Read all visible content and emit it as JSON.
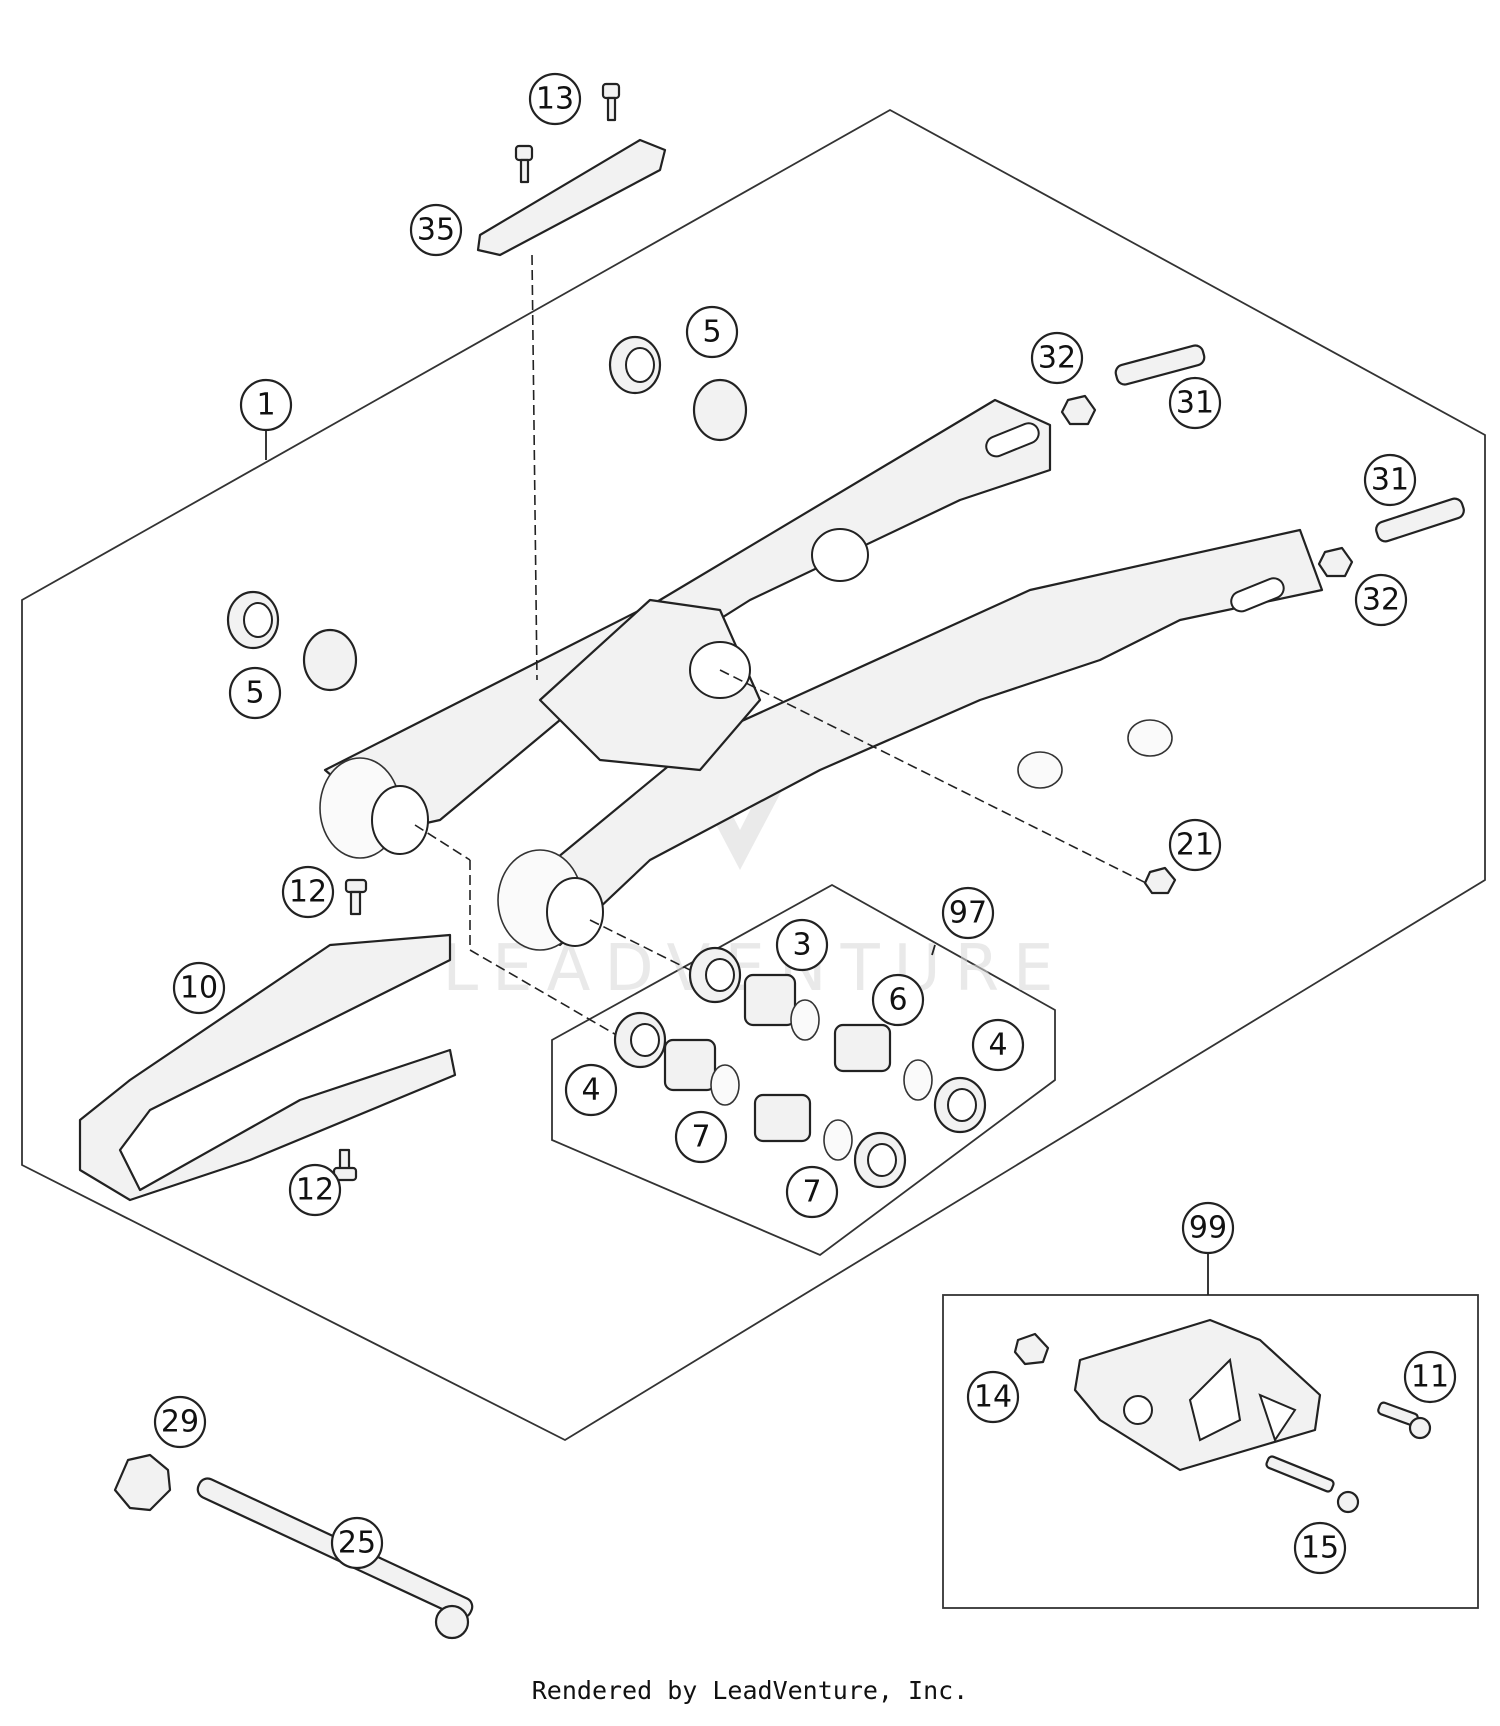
{
  "callouts": [
    "13",
    "35",
    "5",
    "1",
    "32",
    "31",
    "31",
    "32",
    "5",
    "21",
    "12",
    "10",
    "97",
    "3",
    "6",
    "4",
    "4",
    "7",
    "7",
    "12",
    "99",
    "14",
    "11",
    "15",
    "29",
    "25"
  ],
  "watermark": "LEADVENTURE",
  "footer": "Rendered by LeadVenture, Inc."
}
